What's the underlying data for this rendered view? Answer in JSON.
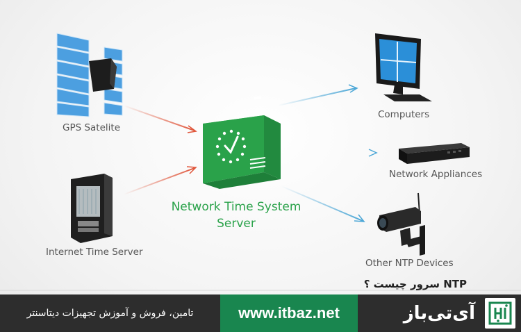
{
  "diagram": {
    "gps_label": "GPS Satelite",
    "internet_label": "Internet Time Server",
    "server_label_line1": "Network Time System",
    "server_label_line2": "Server",
    "computers_label": "Computers",
    "appliances_label": "Network Appliances",
    "devices_label": "Other NTP Devices"
  },
  "question": "NTP سرور چیست ؟",
  "footer": {
    "tagline": "تامین، فروش و آموزش تجهیزات دیتاسنتر",
    "website": "www.itbaz.net",
    "brand": "آی‌تی‌باز"
  },
  "colors": {
    "server_green": "#2aa24a",
    "input_arrow": "#e0553a",
    "output_arrow": "#4aa6d6",
    "footer_green": "#19864f",
    "footer_dark": "#2d2d2d"
  }
}
